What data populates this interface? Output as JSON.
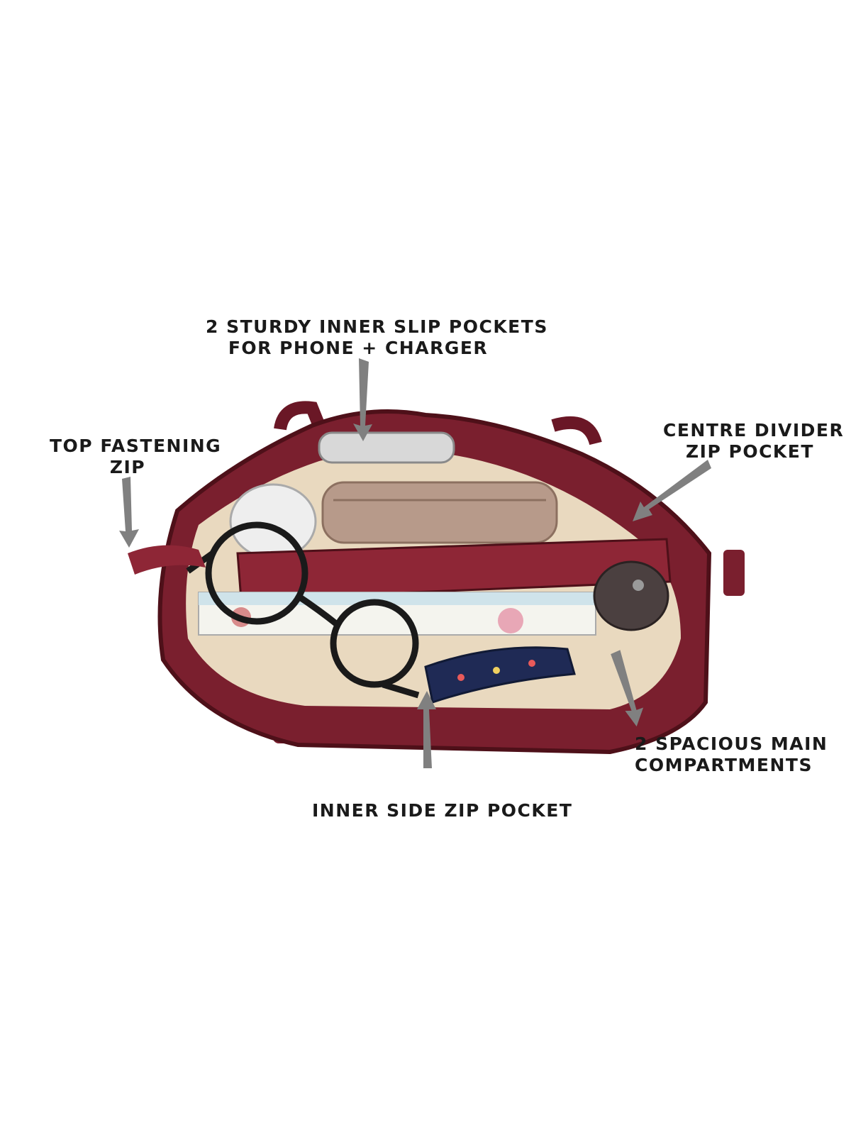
{
  "callouts": {
    "slip_pockets": {
      "line1": "2 STURDY INNER SLIP POCKETS",
      "line2": "FOR PHONE + CHARGER"
    },
    "top_zip": {
      "line1": "TOP FASTENING",
      "line2": "ZIP"
    },
    "centre_divider": {
      "line1": "CENTRE DIVIDER",
      "line2": "ZIP POCKET"
    },
    "main_compartments": {
      "line1": "2 SPACIOUS MAIN",
      "line2": "COMPARTMENTS"
    },
    "side_pocket": {
      "line1": "INNER SIDE ZIP POCKET"
    }
  },
  "colors": {
    "bag": "#7a1f2e",
    "bag_dark": "#4e1019",
    "lining": "#e9d9bf",
    "arrow": "#808080",
    "text": "#1a1a1a"
  }
}
